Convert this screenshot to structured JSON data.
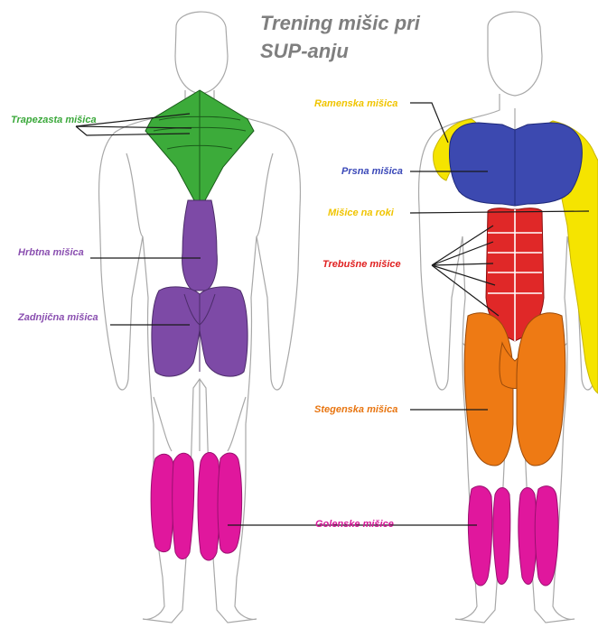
{
  "title_line1": "Trening mišic pri",
  "title_line2": "SUP-anju",
  "labels": {
    "trapezius": "Trapezasta mišica",
    "back": "Hrbtna mišica",
    "glutes": "Zadnjična mišica",
    "shoulders": "Ramenska mišica",
    "chest": "Prsna mišica",
    "arms": "Mišice na roki",
    "abs": "Trebušne mišice",
    "thighs": "Stegenska mišica",
    "calves": "Golenske mišice"
  },
  "colors": {
    "title": "#7f7f7f",
    "trapezius": "#3cab3a",
    "trapezius_label": "#3aa83a",
    "back": "#7d4aa6",
    "back_label": "#8a4fb0",
    "shoulders": "#f5e400",
    "shoulders_label": "#f0c400",
    "chest": "#3c49b0",
    "chest_label": "#3a48b8",
    "arms_label": "#f0c400",
    "abs": "#e02828",
    "abs_label": "#e02020",
    "thighs": "#ee7a14",
    "thighs_label": "#e87510",
    "calves": "#e0179d",
    "calves_label": "#d8189a",
    "outline": "#a8a8a8",
    "leader": "#1a1a1a"
  }
}
